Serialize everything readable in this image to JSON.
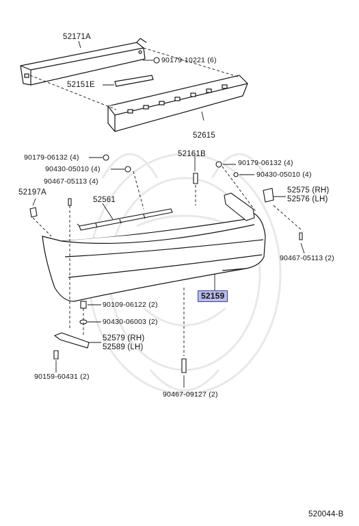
{
  "labels": {
    "p52171A": "52171A",
    "p90179_10221": "90179-10221 (6)",
    "p52151E": "52151E",
    "p52615": "52615",
    "p90179_06132_l": "90179-06132 (4)",
    "p90430_05010_l": "90430-05010 (4)",
    "p90467_05113_l": "90467-05113 (4)",
    "p52197A": "52197A",
    "p52561": "52561",
    "p52161B": "52161B",
    "p90179_06132_r": "90179-06132 (4)",
    "p90430_05010_r": "90430-05010 (4)",
    "p52575": "52575 (RH)",
    "p52576": "52576 (LH)",
    "p90467_05113_r": "90467-05113 (2)",
    "p52159": "52159",
    "p90109_06122": "90109-06122 (2)",
    "p90430_06003": "90430-06003 (2)",
    "p52579": "52579 (RH)",
    "p52589": "52589 (LH)",
    "p90159_60431": "90159-60431 (2)",
    "p90467_09127": "90467-09127 (2)",
    "diagram_code": "520044-B"
  },
  "colors": {
    "highlight_fill": "#b9bce8",
    "highlight_border": "#3d3f9a",
    "line": "#111111",
    "watermark": "#e6e6e6"
  }
}
